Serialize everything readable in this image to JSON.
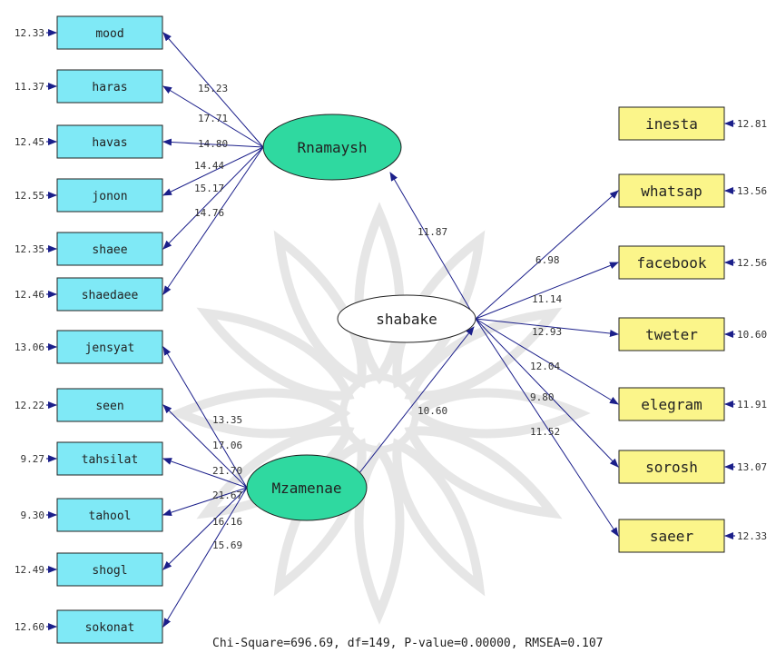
{
  "colors": {
    "indicator_left": "#7fe9f6",
    "indicator_right": "#fbf58a",
    "latent_fill": "#2fd9a0",
    "latent_plain": "#ffffff",
    "path": "#1b1f8a",
    "watermark": "#c9c9c9"
  },
  "latent": {
    "rnamaysh": "Rnamaysh",
    "mzamenae": "Mzamenae",
    "shabake": "shabake"
  },
  "left_upper": [
    {
      "name": "mood",
      "error": "12.33",
      "loading": "15.23"
    },
    {
      "name": "haras",
      "error": "11.37",
      "loading": "17.71"
    },
    {
      "name": "havas",
      "error": "12.45",
      "loading": "14.80"
    },
    {
      "name": "jonon",
      "error": "12.55",
      "loading": "14.44"
    },
    {
      "name": "shaee",
      "error": "12.35",
      "loading": "15.17"
    },
    {
      "name": "shaedaee",
      "error": "12.46",
      "loading": "14.76"
    }
  ],
  "left_lower": [
    {
      "name": "jensyat",
      "error": "13.06",
      "loading": "13.35"
    },
    {
      "name": "seen",
      "error": "12.22",
      "loading": "17.06"
    },
    {
      "name": "tahsilat",
      "error": "9.27",
      "loading": "21.70"
    },
    {
      "name": "tahool",
      "error": "9.30",
      "loading": "21.67"
    },
    {
      "name": "shogl",
      "error": "12.49",
      "loading": "16.16"
    },
    {
      "name": "sokonat",
      "error": "12.60",
      "loading": "15.69"
    }
  ],
  "right": [
    {
      "name": "inesta",
      "error": "12.81",
      "loading": ""
    },
    {
      "name": "whatsap",
      "error": "13.56",
      "loading": "6.98"
    },
    {
      "name": "facebook",
      "error": "12.56",
      "loading": "11.14"
    },
    {
      "name": "tweter",
      "error": "10.60",
      "loading": "12.93"
    },
    {
      "name": "elegram",
      "error": "11.91",
      "loading": "12.04"
    },
    {
      "name": "sorosh",
      "error": "13.07",
      "loading": "9.80"
    },
    {
      "name": "saeer",
      "error": "12.33",
      "loading": "11.52"
    }
  ],
  "structural": {
    "to_rnamaysh": "11.87",
    "from_mzamenae": "10.60"
  },
  "fit": "Chi-Square=696.69, df=149, P-value=0.00000, RMSEA=0.107"
}
